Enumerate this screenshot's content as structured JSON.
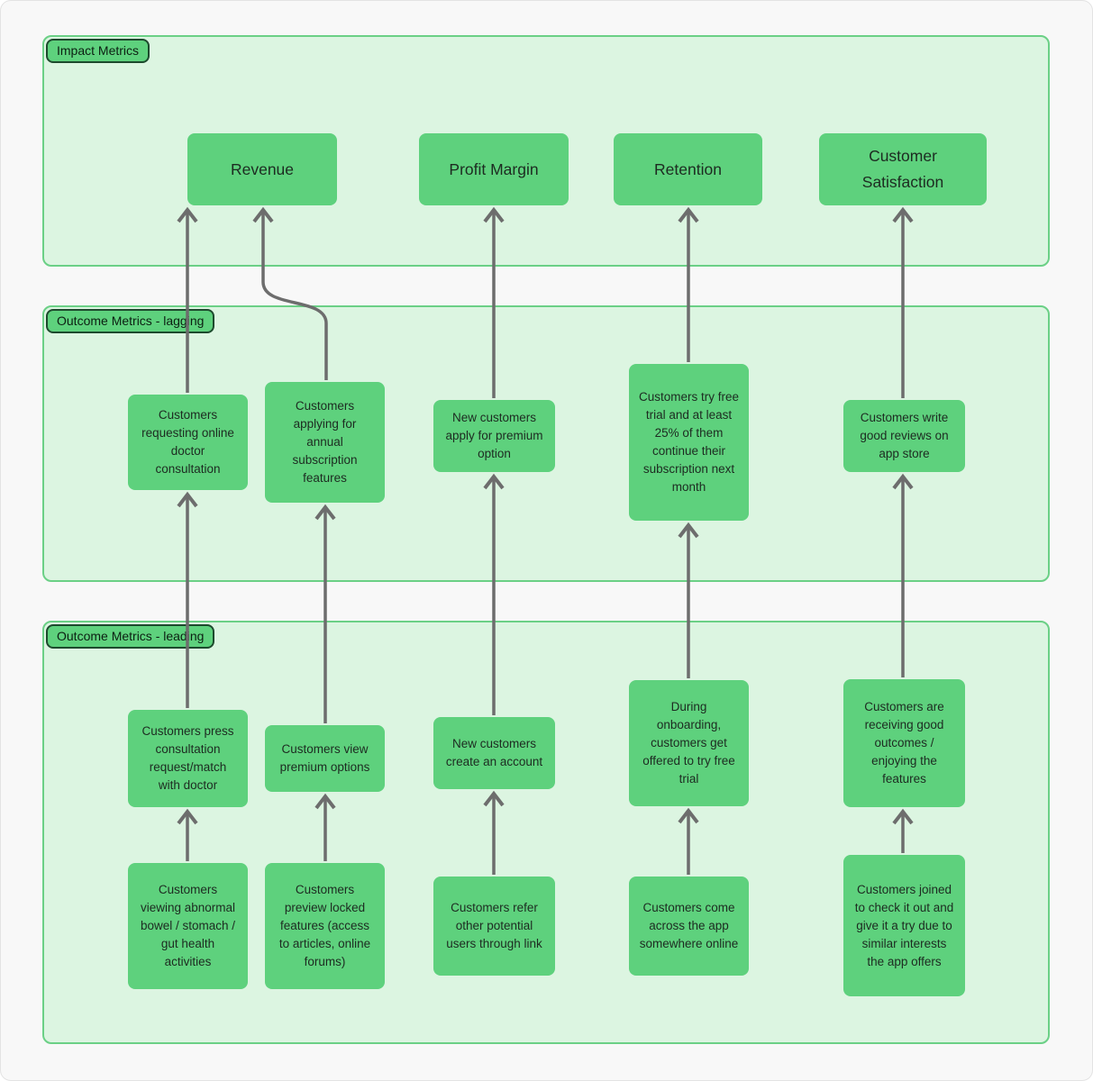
{
  "diagram": {
    "colors": {
      "canvas_bg": "#f8f8f8",
      "section_bg": "#dcf5e1",
      "section_border": "#6bd086",
      "node_fill": "#5ed17d",
      "badge_border": "#1d4a2d",
      "arrow": "#6d6d6d",
      "text": "#1d2b21"
    },
    "sections": [
      {
        "id": "impact",
        "label": "Impact Metrics",
        "boxes": [
          {
            "id": "revenue",
            "text": "Revenue"
          },
          {
            "id": "profit-margin",
            "text": "Profit Margin"
          },
          {
            "id": "retention",
            "text": "Retention"
          },
          {
            "id": "customer-satisfaction",
            "text": "Customer Satisfaction"
          }
        ]
      },
      {
        "id": "lagging",
        "label": "Outcome Metrics - lagging",
        "boxes": [
          {
            "id": "requesting-consultation",
            "text": "Customers requesting online doctor consultation"
          },
          {
            "id": "applying-annual",
            "text": "Customers applying for annual subscription features"
          },
          {
            "id": "apply-premium",
            "text": "New customers apply for premium option"
          },
          {
            "id": "try-free-trial",
            "text": "Customers try free trial and at least 25% of them continue their subscription next month"
          },
          {
            "id": "write-reviews",
            "text": "Customers write good reviews on app store"
          }
        ]
      },
      {
        "id": "leading",
        "label": "Outcome Metrics - leading",
        "boxes": [
          {
            "id": "press-consultation",
            "text": "Customers press consultation request/match with doctor"
          },
          {
            "id": "view-premium",
            "text": "Customers view premium options"
          },
          {
            "id": "create-account",
            "text": "New customers create an account"
          },
          {
            "id": "onboarding-trial",
            "text": "During onboarding, customers get offered to try free trial"
          },
          {
            "id": "receiving-outcomes",
            "text": "Customers are receiving good outcomes / enjoying the features"
          },
          {
            "id": "viewing-abnormal",
            "text": "Customers viewing abnormal bowel / stomach / gut health activities"
          },
          {
            "id": "preview-locked",
            "text": "Customers preview locked features (access to articles, online forums)"
          },
          {
            "id": "refer-users",
            "text": "Customers refer other potential users through link"
          },
          {
            "id": "come-across",
            "text": "Customers come across the app somewhere online"
          },
          {
            "id": "joined-check",
            "text": "Customers joined to check it out and give it a try due to similar interests the app offers"
          }
        ]
      }
    ],
    "edges": [
      {
        "from": "viewing-abnormal",
        "to": "press-consultation"
      },
      {
        "from": "press-consultation",
        "to": "requesting-consultation"
      },
      {
        "from": "requesting-consultation",
        "to": "revenue"
      },
      {
        "from": "preview-locked",
        "to": "view-premium"
      },
      {
        "from": "view-premium",
        "to": "applying-annual"
      },
      {
        "from": "applying-annual",
        "to": "revenue"
      },
      {
        "from": "refer-users",
        "to": "create-account"
      },
      {
        "from": "create-account",
        "to": "apply-premium"
      },
      {
        "from": "apply-premium",
        "to": "profit-margin"
      },
      {
        "from": "come-across",
        "to": "onboarding-trial"
      },
      {
        "from": "onboarding-trial",
        "to": "try-free-trial"
      },
      {
        "from": "try-free-trial",
        "to": "retention"
      },
      {
        "from": "joined-check",
        "to": "receiving-outcomes"
      },
      {
        "from": "receiving-outcomes",
        "to": "write-reviews"
      },
      {
        "from": "write-reviews",
        "to": "customer-satisfaction"
      }
    ]
  }
}
